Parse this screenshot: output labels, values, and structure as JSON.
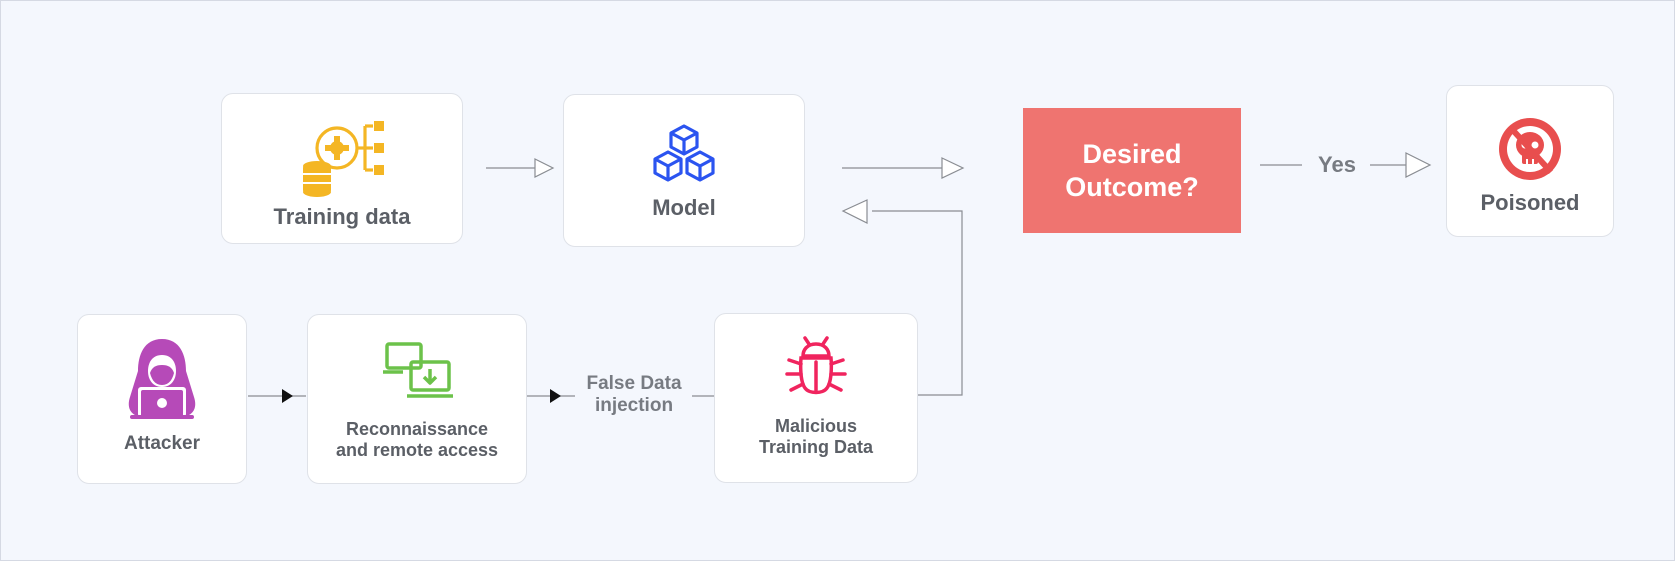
{
  "nodes": {
    "training_data": {
      "label": "Training data",
      "icon": "data-pipeline-icon"
    },
    "model": {
      "label": "Model",
      "icon": "cubes-icon"
    },
    "decision": {
      "label": "Desired Outcome?"
    },
    "poisoned": {
      "label": "Poisoned",
      "icon": "no-skull-icon"
    },
    "attacker": {
      "label": "Attacker",
      "icon": "hooded-hacker-icon"
    },
    "recon": {
      "label_line1": "Reconnaissance",
      "label_line2": "and remote access",
      "icon": "remote-devices-icon"
    },
    "malicious": {
      "label_line1": "Malicious",
      "label_line2": "Training Data",
      "icon": "bug-icon"
    }
  },
  "edges": {
    "yes": "Yes",
    "false_data_line1": "False Data",
    "false_data_line2": "injection"
  },
  "colors": {
    "training_icon": "#f4b624",
    "model_icon": "#2b54f0",
    "decision_fill": "#ef7470",
    "poisoned_icon": "#e84e4e",
    "attacker_icon": "#b64ab8",
    "recon_icon": "#6cc24a",
    "bug_icon": "#f0245e"
  }
}
